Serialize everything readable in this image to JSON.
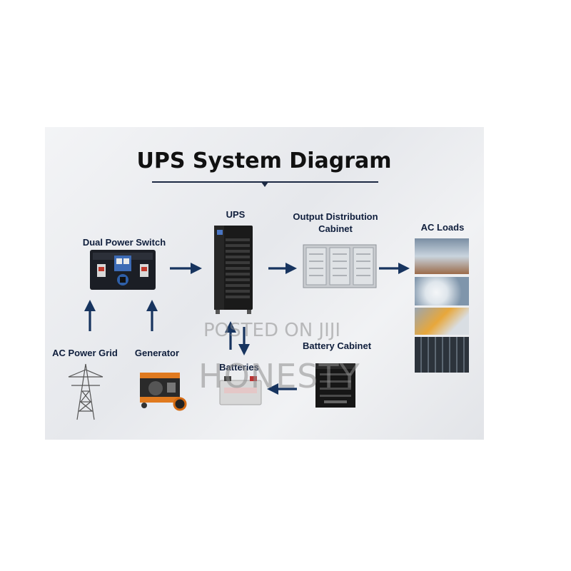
{
  "title": "UPS System Diagram",
  "nodes": {
    "dual_power_switch": "Dual Power Switch",
    "ups": "UPS",
    "output_cabinet_line1": "Output Distribution",
    "output_cabinet_line2": "Cabinet",
    "ac_loads": "AC Loads",
    "ac_power_grid": "AC Power Grid",
    "generator": "Generator",
    "batteries": "Batteries",
    "battery_cabinet": "Battery Cabinet"
  },
  "watermark": {
    "line1": "POSTED ON JIJI",
    "line2": "HONESTY"
  },
  "colors": {
    "arrow": "#17345f",
    "label": "#0f1e3c"
  }
}
